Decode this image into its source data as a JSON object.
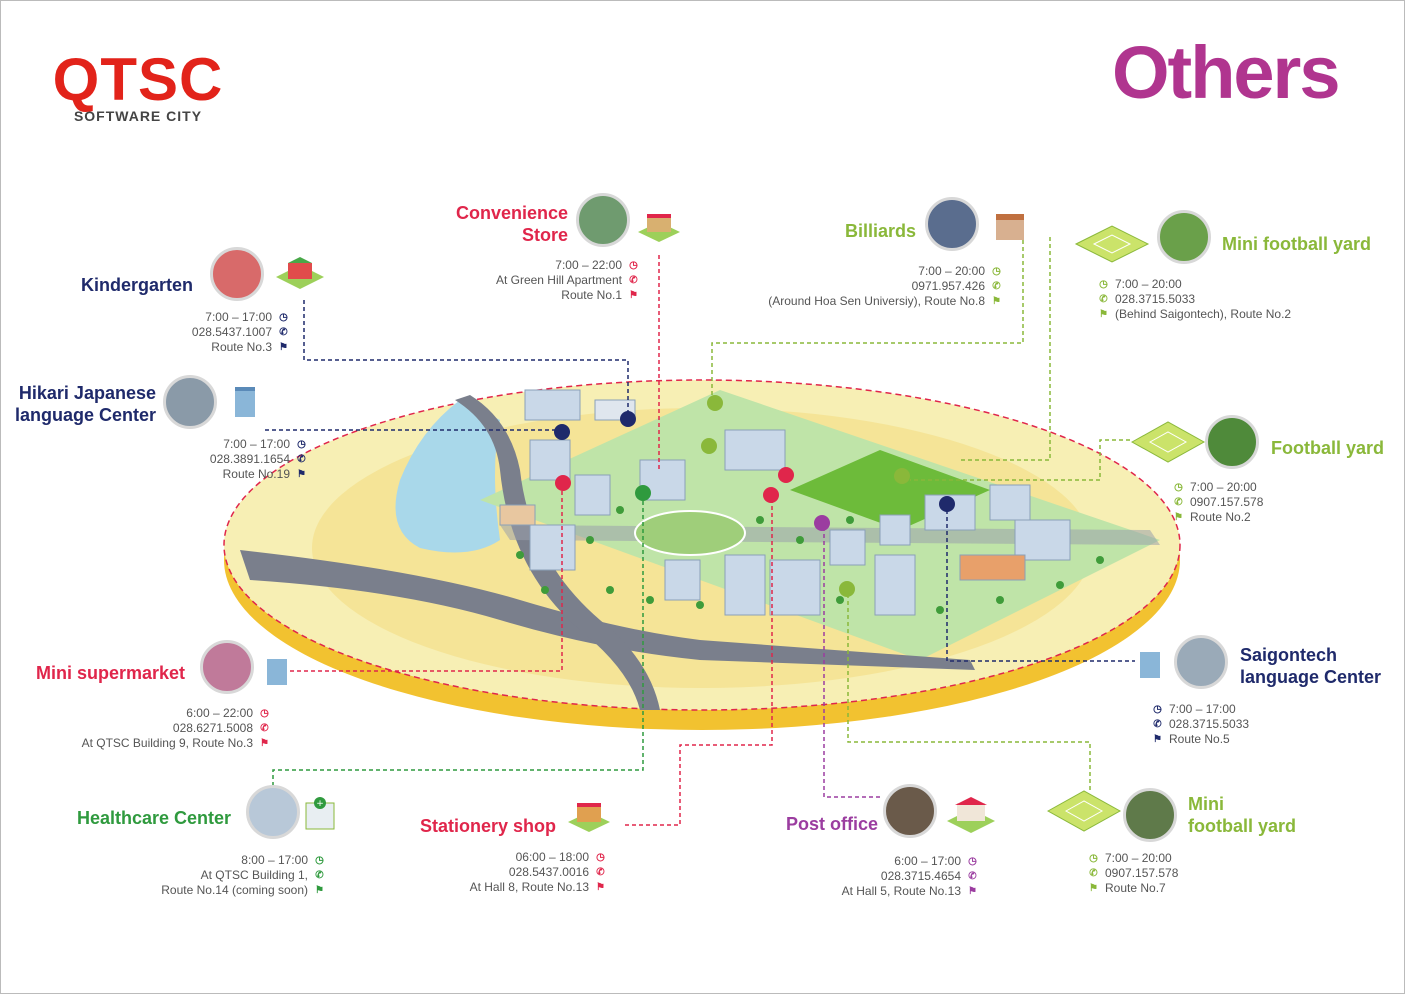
{
  "logo": {
    "mark": "QTSC",
    "sub": "SOFTWARE CITY"
  },
  "title": "Others",
  "colors": {
    "red": "#e0264b",
    "navy": "#1f2a6b",
    "green": "#8ab83a",
    "darkgreen": "#2f9a3e",
    "purple": "#9b3da0"
  },
  "pois": [
    {
      "title": "Kindergarten",
      "hours": "7:00 – 17:00",
      "phone": "028.5437.1007",
      "location": "Route No.3",
      "color": "navy"
    },
    {
      "title_line1": "Convenience",
      "title_line2": "Store",
      "hours": "7:00 – 22:00",
      "phone": "At Green Hill Apartment",
      "location": "Route No.1",
      "color": "red"
    },
    {
      "title": "Billiards",
      "hours": "7:00 – 20:00",
      "phone": "0971.957.426",
      "location": "(Around Hoa Sen Universiy), Route No.8",
      "color": "green"
    },
    {
      "title": "Mini football yard",
      "hours": "7:00 – 20:00",
      "phone": "028.3715.5033",
      "location": "(Behind Saigontech), Route No.2",
      "color": "green"
    },
    {
      "title_line1": "Hikari Japanese",
      "title_line2": "language Center",
      "hours": "7:00 – 17:00",
      "phone": "028.3891.1654",
      "location": "Route No.19",
      "color": "navy"
    },
    {
      "title": "Football yard",
      "hours": "7:00 – 20:00",
      "phone": "0907.157.578",
      "location": "Route No.2",
      "color": "green"
    },
    {
      "title": "Mini supermarket",
      "hours": "6:00 – 22:00",
      "phone": "028.6271.5008",
      "location": "At QTSC Building 9, Route No.3",
      "color": "red"
    },
    {
      "title_line1": "Saigontech",
      "title_line2": "language Center",
      "hours": "7:00 – 17:00",
      "phone": "028.3715.5033",
      "location": "Route No.5",
      "color": "navy"
    },
    {
      "title": "Healthcare Center",
      "hours": "8:00 – 17:00",
      "phone": "At QTSC Building 1,",
      "location": "Route No.14 (coming soon)",
      "color": "darkgreen"
    },
    {
      "title": "Stationery shop",
      "hours": "06:00 – 18:00",
      "phone": "028.5437.0016",
      "location": "At Hall 8,  Route No.13",
      "color": "red"
    },
    {
      "title": "Post office",
      "hours": "6:00 – 17:00",
      "phone": "028.3715.4654",
      "location": "At Hall 5, Route No.13",
      "color": "purple"
    },
    {
      "title_line1": "Mini",
      "title_line2": "football yard",
      "hours": "7:00 – 20:00",
      "phone": "0907.157.578",
      "location": "Route No.7",
      "color": "green"
    }
  ],
  "icons": {
    "clock": "clock-icon",
    "phone": "phone-icon",
    "flag": "flag-icon"
  }
}
